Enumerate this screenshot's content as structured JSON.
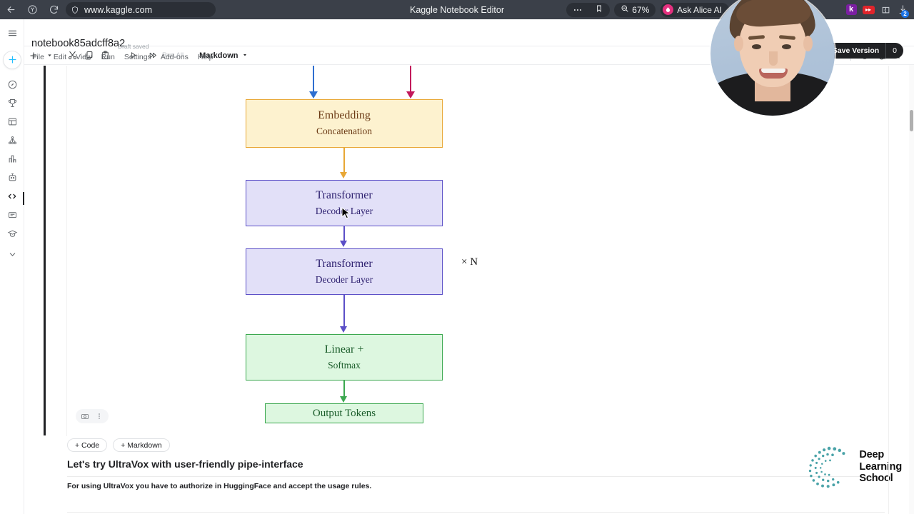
{
  "browser": {
    "back_icon": "back-arrow-icon",
    "profile_icon": "profile-avatar-icon",
    "reload_icon": "reload-icon",
    "shield_icon": "shield-icon",
    "url": "www.kaggle.com",
    "tab_title": "Kaggle Notebook Editor",
    "more_icon": "more-horizontal-icon",
    "bookmark_icon": "bookmark-icon",
    "zoom_level": "67%",
    "zoom_icon": "zoom-out-magnifier-icon",
    "alice_label": "Ask Alice AI",
    "alice_icon": "alice-drop-icon",
    "lightbulb_icon": "lightbulb-icon",
    "kaggle_ext_label": "k",
    "youtube_ext_icon": "youtube-fastforward-icon",
    "puzzle_icon": "extensions-puzzle-icon",
    "download_icon": "download-icon",
    "download_badge": "2"
  },
  "header": {
    "notebook_title": "notebook85adcff8a2",
    "draft_status": "Draft saved",
    "menus": [
      "File",
      "Edit",
      "View",
      "Run",
      "Settings",
      "Add-ons",
      "Help"
    ],
    "save_version_label": "Save Version",
    "save_version_count": "0",
    "save_version_icon": "refresh-clock-icon"
  },
  "toolbar": {
    "add_icon": "plus-icon",
    "add_dropdown_icon": "chevron-down-icon",
    "cut_icon": "scissors-icon",
    "copy_icon": "copy-icon",
    "paste_icon": "paste-icon",
    "run_icon": "play-icon",
    "run_all_icon": "fast-forward-icon",
    "run_all_label": "Run All",
    "cell_type": "Markdown",
    "cell_type_caret": "chevron-down-icon",
    "drag_handle_icon": "drag-handle-icon",
    "power_icon": "power-icon",
    "restart_icon": "restart-sync-icon",
    "kebab_icon": "more-vertical-icon"
  },
  "rail": {
    "items": [
      {
        "name": "hamburger-menu",
        "icon": "hamburger-icon"
      },
      {
        "name": "create",
        "icon": "plus-icon"
      },
      {
        "name": "home",
        "icon": "compass-icon"
      },
      {
        "name": "competitions",
        "icon": "trophy-icon"
      },
      {
        "name": "datasets",
        "icon": "table-icon"
      },
      {
        "name": "models",
        "icon": "models-hierarchy-icon"
      },
      {
        "name": "benchmarks",
        "icon": "bar-chart-icon"
      },
      {
        "name": "ai-assistant",
        "icon": "robot-icon"
      },
      {
        "name": "code",
        "icon": "code-brackets-icon"
      },
      {
        "name": "discussions",
        "icon": "chat-bubble-icon"
      },
      {
        "name": "learn",
        "icon": "graduation-cap-icon"
      },
      {
        "name": "more",
        "icon": "chevron-down-icon"
      }
    ],
    "active_index": 8
  },
  "cell": {
    "tools": {
      "screenshot_icon": "camera-icon",
      "kebab_icon": "more-vertical-icon"
    },
    "add_code_label": "+ Code",
    "add_markdown_label": "+ Markdown"
  },
  "diagram": {
    "title": "transformer-decoder-architecture",
    "boxes": [
      {
        "name": "embedding",
        "line1": "Embedding",
        "line2": "Concatenation",
        "fill": "#fdf2cf",
        "stroke": "#e8a735",
        "text": "#6b3a15"
      },
      {
        "name": "transformer-decoder-layer-1",
        "line1": "Transformer",
        "line2": "Decoder Layer",
        "fill": "#e2e0f8",
        "stroke": "#5b4fc7",
        "text": "#2e2170"
      },
      {
        "name": "transformer-decoder-layer-2",
        "line1": "Transformer",
        "line2": "Decoder Layer",
        "fill": "#e2e0f8",
        "stroke": "#5b4fc7",
        "text": "#2e2170"
      },
      {
        "name": "linear-softmax",
        "line1": "Linear +",
        "line2": "Softmax",
        "fill": "#ddf7e0",
        "stroke": "#3ba84f",
        "text": "#1a5c2a"
      },
      {
        "name": "output-tokens",
        "line1": "Output Tokens",
        "line2": "",
        "fill": "#ddf7e0",
        "stroke": "#3ba84f",
        "text": "#1a5c2a"
      }
    ],
    "repeat_label": "× N",
    "connector_colors": {
      "audio_branch": "#2f6fd0",
      "text_branch": "#c2185b",
      "embedding_out": "#e8a735",
      "decoder_out": "#5b4fc7",
      "linear_out": "#3ba84f"
    }
  },
  "markdown": {
    "heading": "Let's try UltraVox with user-friendly pipe-interface",
    "paragraph": "For using UltraVox you have to authorize in HuggingFace and accept the usage rules."
  },
  "branding": {
    "line1": "Deep",
    "line2": "Learning",
    "line3": "School",
    "logo_color": "#4aa3a8"
  }
}
